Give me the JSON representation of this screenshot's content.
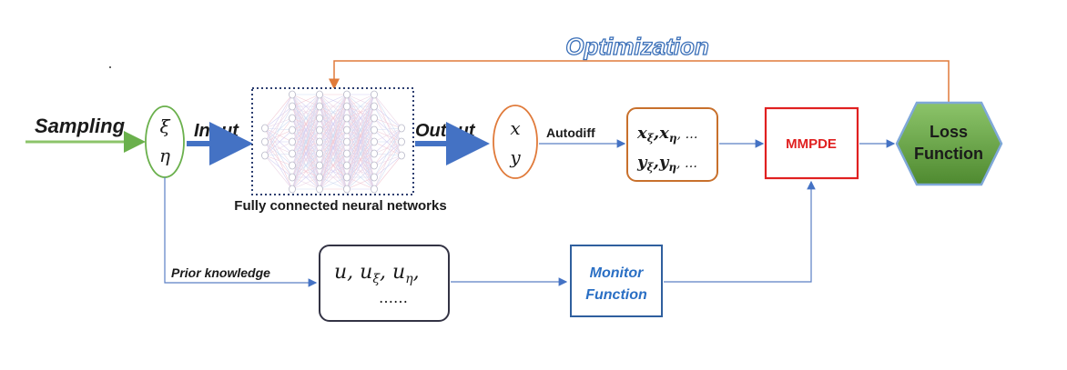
{
  "labels": {
    "optimization": "Optimization",
    "sampling": "Sampling",
    "input": "Input",
    "output": "Output",
    "autodiff": "Autodiff",
    "fcnn_caption": "Fully connected neural networks",
    "prior_knowledge": "Prior knowledge"
  },
  "nodes": {
    "xi_eta": {
      "line1": "ξ",
      "line2": "η"
    },
    "xy": {
      "line1": "x",
      "line2": "y"
    },
    "derivatives": {
      "line1": "x",
      "line1_sub": "ξ",
      "line1_mid": ",x",
      "line1_sub2": "η",
      "line1_tail": ", …",
      "line2": "y",
      "line2_sub": "ξ",
      "line2_mid": ",y",
      "line2_sub2": "η",
      "line2_tail": ", …"
    },
    "mmpde": {
      "label": "MMPDE"
    },
    "loss": {
      "line1": "Loss",
      "line2": "Function"
    },
    "u_box": {
      "line1_a": "u, u",
      "line1_sub": "ξ",
      "line1_b": ", u",
      "line1_sub2": "η",
      "line1_c": ",",
      "line2": "……"
    },
    "monitor": {
      "line1": "Monitor",
      "line2": "Function"
    }
  },
  "colors": {
    "green": "#6ab04c",
    "orange": "#e07a3a",
    "blue_arrow": "#4472c4",
    "thin_blue": "#5b7fc4",
    "mmpde_red": "#e02020",
    "monitor_text": "#2a6fc4",
    "monitor_border": "#2f5f9e",
    "hex_fill": "#5e9e3c",
    "hex_border": "#7fa8d8",
    "nn_border": "#2c3e70"
  }
}
